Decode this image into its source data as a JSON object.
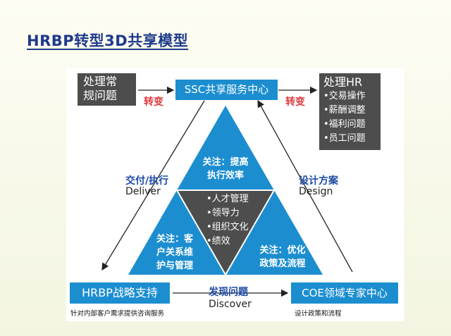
{
  "title": "HRBP转型3D共享模型",
  "top_left_box": {
    "lines": [
      "处理常",
      "规问题"
    ]
  },
  "ssc_box": {
    "label": "SSC共享服务中心"
  },
  "top_right_box": {
    "title": "处理HR",
    "items": [
      "•交易操作",
      "•薪酬调整",
      "•福利问题",
      "•员工问题"
    ]
  },
  "transition_left": "转变",
  "transition_right": "转变",
  "triangle_top": {
    "lines": [
      "关注：提高",
      "执行效率"
    ]
  },
  "triangle_center": {
    "items": [
      "•人才管理",
      "•领导力",
      "•组织文化",
      "•绩效"
    ]
  },
  "triangle_left": {
    "lines": [
      "关注：客",
      "户关系维",
      "护与管理"
    ]
  },
  "triangle_right": {
    "lines": [
      "关注：优化",
      "政策及流程"
    ]
  },
  "deliver": {
    "cn": "交付/执行",
    "en": "Deliver"
  },
  "design": {
    "cn": "设计方案",
    "en": "Design"
  },
  "hrbp_box": {
    "label": "HRBP战略支持",
    "desc": "针对内部客户需求提供咨询服务"
  },
  "discover": {
    "cn": "发现问题",
    "en": "Discover"
  },
  "coe_box": {
    "label": "COE领域专家中心",
    "desc": "设计政策和流程"
  },
  "colors": {
    "blue": "#1c8ed0",
    "dark_gray": "#4d4d4d",
    "red": "#e0393e",
    "navy": "#1e4aa6"
  }
}
